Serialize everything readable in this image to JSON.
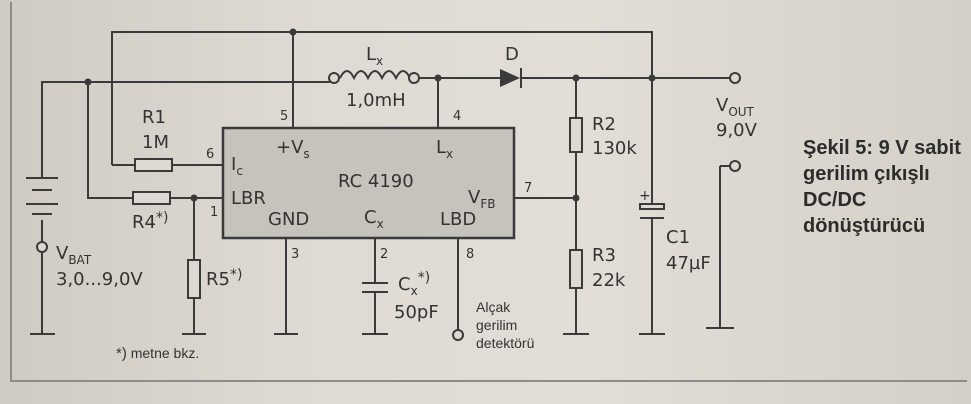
{
  "ic": {
    "name": "RC 4190",
    "pins": {
      "vs": "+V",
      "vs_sub": "s",
      "ic": "I",
      "ic_sub": "c",
      "lbr": "LBR",
      "lx": "L",
      "lx_sub": "x",
      "vfb": "V",
      "vfb_sub": "FB",
      "gnd": "GND",
      "cx": "C",
      "cx_sub": "x",
      "lbd": "LBD"
    },
    "pin_numbers": {
      "p5": "5",
      "p4": "4",
      "p6": "6",
      "p1": "1",
      "p7": "7",
      "p3": "3",
      "p2": "2",
      "p8": "8"
    }
  },
  "components": {
    "r1": {
      "name": "R1",
      "value": "1M"
    },
    "r4": {
      "name": "R4",
      "mark": "*)"
    },
    "r5": {
      "name": "R5",
      "mark": "*)"
    },
    "lx": {
      "name": "L",
      "sub": "x",
      "value": "1,0mH"
    },
    "d": {
      "name": "D"
    },
    "r2": {
      "name": "R2",
      "value": "130k"
    },
    "r3": {
      "name": "R3",
      "value": "22k"
    },
    "c1": {
      "name": "C1",
      "value": "47µF",
      "plus": "+"
    },
    "cx": {
      "name": "C",
      "sub": "x",
      "mark": "*)",
      "value": "50pF"
    }
  },
  "battery": {
    "name": "V",
    "sub": "BAT",
    "value": "3,0...9,0V"
  },
  "output": {
    "name": "V",
    "sub": "OUT",
    "value": "9,0V"
  },
  "detector_label": [
    "Alçak",
    "gerilim",
    "detektörü"
  ],
  "note": {
    "mark": "*)",
    "text": " metne bkz."
  },
  "caption": [
    "Şekil 5: 9 V sabit",
    "gerilim çıkışlı",
    "DC/DC",
    "dönüştürücü"
  ]
}
